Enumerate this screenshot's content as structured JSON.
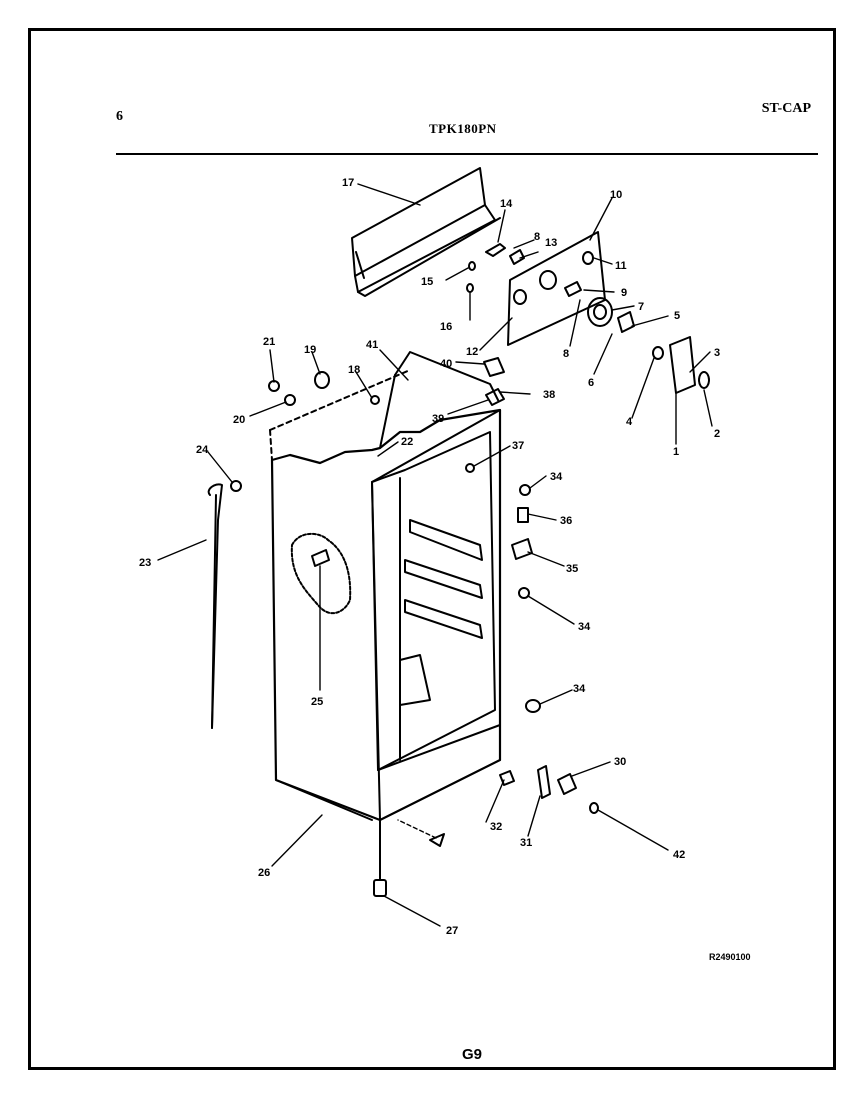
{
  "header": {
    "page_number": "6",
    "model": "TPK180PN",
    "series": "ST-CAP"
  },
  "diagram": {
    "callouts": [
      "1",
      "2",
      "3",
      "4",
      "5",
      "6",
      "7",
      "8",
      "9",
      "10",
      "11",
      "12",
      "13",
      "14",
      "15",
      "16",
      "17",
      "18",
      "19",
      "20",
      "21",
      "22",
      "23",
      "24",
      "25",
      "26",
      "27",
      "30",
      "31",
      "32",
      "34",
      "35",
      "36",
      "37",
      "38",
      "39",
      "40",
      "41",
      "42"
    ]
  },
  "footer": {
    "reference_code": "R2490100",
    "page_code": "G9"
  }
}
